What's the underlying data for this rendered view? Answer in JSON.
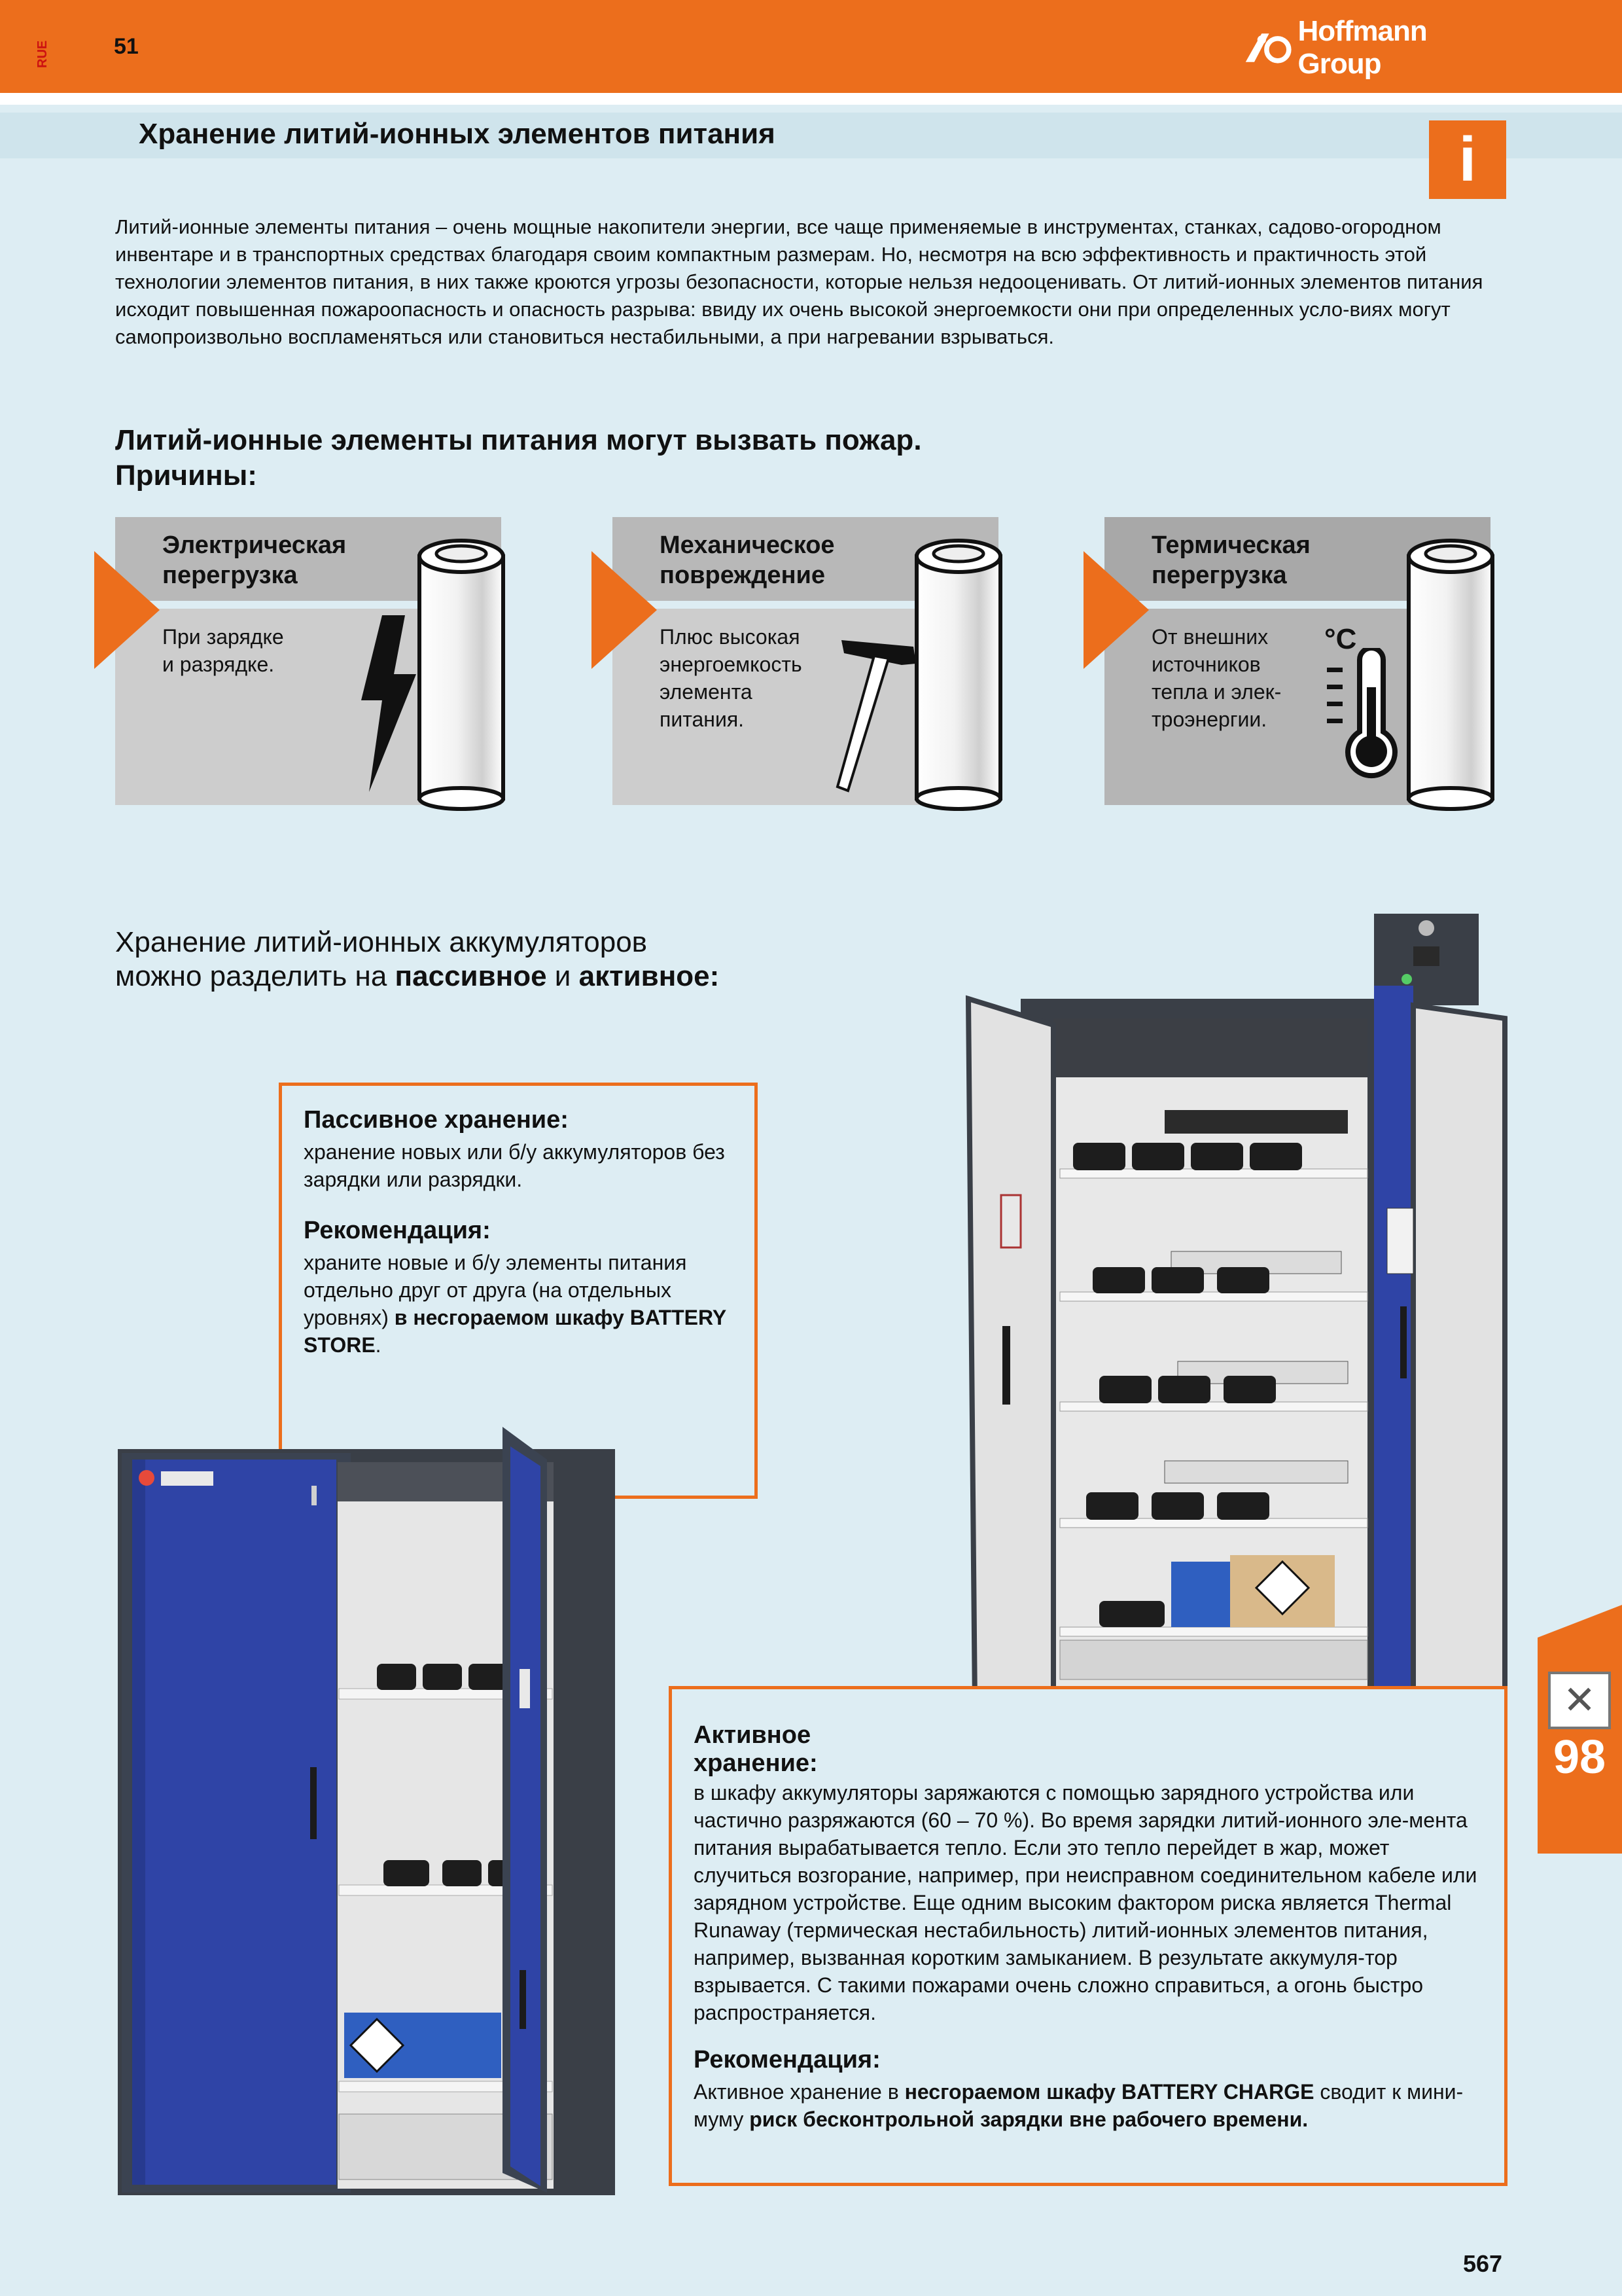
{
  "header": {
    "lang_code": "RUE",
    "page_number_top": "51",
    "brand": "Hoffmann Group"
  },
  "title": "Хранение литий-ионных элементов питания",
  "info_glyph": "i",
  "intro": "Литий-ионные элементы питания – очень мощные накопители энергии, все чаще применяемые в инструментах, станках, садово-огородном инвентаре и в транспортных средствах благодаря своим компактным размерам. Но, несмотря на всю эффективность и практичность этой технологии элементов питания, в них также кроются угрозы безопасности, которые нельзя недооценивать. От литий-ионных элементов питания исходит повышенная пожароопасность и опасность разрыва: ввиду их очень высокой энергоемкости они при определенных усло-виях могут самопроизвольно воспламеняться или становиться нестабильными, а при нагревании взрываться.",
  "causes_heading": {
    "line1": "Литий-ионные элементы питания могут вызвать пожар.",
    "line2": "Причины:"
  },
  "causes": [
    {
      "title_l1": "Электрическая",
      "title_l2": "перегрузка",
      "text_l1": "При зарядке",
      "text_l2": "и разрядке.",
      "text_l3": "",
      "text_l4": "",
      "icon": "lightning-icon"
    },
    {
      "title_l1": "Механическое",
      "title_l2": "повреждение",
      "text_l1": "Плюс высокая",
      "text_l2": "энергоемкость",
      "text_l3": "элемента",
      "text_l4": "питания.",
      "icon": "hammer-icon"
    },
    {
      "title_l1": "Термическая",
      "title_l2": "перегрузка",
      "text_l1": "От внешних",
      "text_l2": "источников",
      "text_l3": "тепла и элек-",
      "text_l4": "троэнергии.",
      "icon": "thermometer-icon",
      "unit": "°C"
    }
  ],
  "storage_heading": {
    "line1": "Хранение литий-ионных аккумуляторов",
    "line2_pre": "можно разделить на ",
    "passive": "пассивное",
    "and": " и ",
    "active": "активное",
    "end": ":"
  },
  "passive": {
    "heading": "Пассивное хранение:",
    "text": "хранение новых или б/у аккумуляторов без зарядки или разрядки.",
    "rec_heading": "Рекомендация:",
    "rec_text": "храните новые и б/у элементы питания отдельно друг от друга (на отдельных уровнях) ",
    "rec_bold": "в несгораемом шкафу BATTERY STORE",
    "rec_end": "."
  },
  "active": {
    "heading_l1": "Активное",
    "heading_l2": "хранение:",
    "text": "в шкафу аккумуляторы заряжаются с помощью зарядного устройства или частично разряжаются (60 – 70 %). Во время зарядки литий-ионного эле-мента питания вырабатывается тепло. Если это тепло перейдет в жар, может случиться возгорание, например, при неисправном соединительном кабеле или зарядном устройстве. Еще одним высоким фактором риска является Thermal Runaway (термическая нестабильность) литий-ионных элементов питания, например, вызванная коротким замыканием. В результате аккумуля-тор взрывается. С такими пожарами очень сложно справиться, а огонь быстро распространяется.",
    "rec_heading": "Рекомендация:",
    "rec_pre": "Активное хранение в ",
    "rec_bold1": "несгораемом шкафу BATTERY CHARGE",
    "rec_mid": " сводит к мини-муму ",
    "rec_bold2": "риск бесконтрольной зарядки вне рабочего времени."
  },
  "chapter": "98",
  "page_number_bottom": "567",
  "colors": {
    "orange": "#ec6e1c",
    "background": "#ddedf3",
    "card_dark": "#b8b8b8",
    "card_light": "#cfcfcf",
    "cabinet_blue": "#2f44a6",
    "cabinet_frame": "#3a3f47"
  }
}
